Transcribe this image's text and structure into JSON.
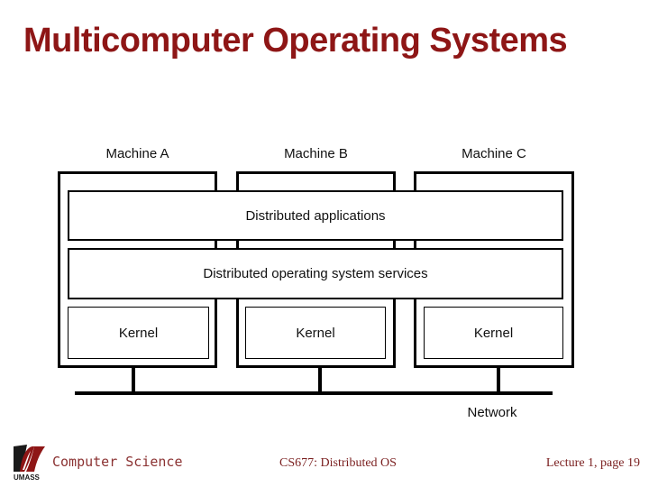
{
  "title": "Multicomputer Operating Systems",
  "diagram": {
    "machines": [
      {
        "label": "Machine A",
        "kernel_label": "Kernel"
      },
      {
        "label": "Machine B",
        "kernel_label": "Kernel"
      },
      {
        "label": "Machine C",
        "kernel_label": "Kernel"
      }
    ],
    "bands": {
      "applications": "Distributed applications",
      "services": "Distributed operating system services"
    },
    "network_label": "Network"
  },
  "footer": {
    "logo_text": "UMASS",
    "department": "Computer Science",
    "course": "CS677: Distributed OS",
    "page": "Lecture 1, page 19"
  },
  "colors": {
    "title": "#8e1616",
    "footer_text": "#7a1f1f",
    "department_text": "#8b3232",
    "line": "#000000"
  }
}
